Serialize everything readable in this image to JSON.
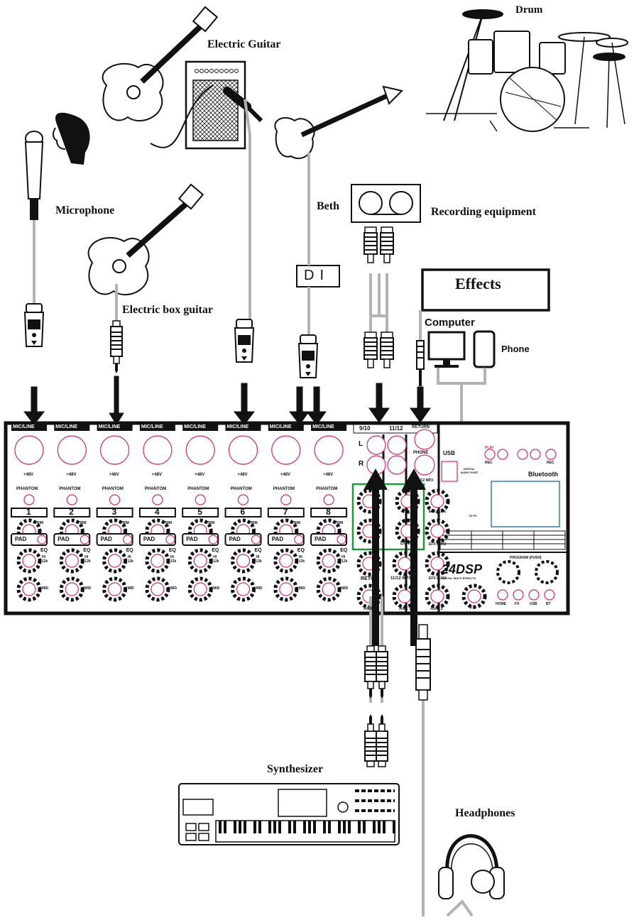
{
  "labels": {
    "drum": "Drum",
    "electric_guitar": "Electric Guitar",
    "microphone": "Microphone",
    "electric_box_guitar": "Electric box guitar",
    "beth": "Beth",
    "recording_equipment": "Recording equipment",
    "di": "DI",
    "effects": "Effects",
    "computer": "Computer",
    "phone": "Phone",
    "synthesizer": "Synthesizer",
    "headphones": "Headphones"
  },
  "mixer": {
    "input_label": "MIC/LINE",
    "phantom_voltage": "+48V",
    "phantom_label": "PHANTOM",
    "channels": [
      "1",
      "2",
      "3",
      "4",
      "5",
      "6",
      "7",
      "8"
    ],
    "trim": "TRIM",
    "pad": "PAD",
    "eq": "EQ",
    "hi": "HI",
    "hi_freq": "12k",
    "mid": "MID",
    "stereo_9_10": "9/10",
    "stereo_11_12": "11/12",
    "left": "L",
    "right": "R",
    "return": "RETURN",
    "phone": "PHONE",
    "mp3": "11/12 MP3",
    "hi_stereo": "HI",
    "low": "LOW",
    "ret": "RETU",
    "mp3_vol": "11/12 MP3 V",
    "aux1": "EFX AUX1",
    "aux2": "EFX AUX2",
    "aux3": "EFX AUX3",
    "aux2_label": "AUX 2",
    "aux3_label": "AUX 3",
    "aux_label": "AUX",
    "usb": "USB",
    "play": "PLAY",
    "rec": "REC",
    "rec2": "REC",
    "bluetooth": "Bluetooth",
    "digital_audio_port": "DIGITAL AUDIO PORT",
    "to_pc": "TO PC",
    "dsp": "24DSP",
    "dsp_sub": "DIGITAL MULTI EFFECTS",
    "program": "PROGRAM (PUSH)",
    "fx": "FX",
    "home": "HOME",
    "fx_btn": "FX",
    "usb_btn": "USB",
    "bt_btn": "BT"
  }
}
